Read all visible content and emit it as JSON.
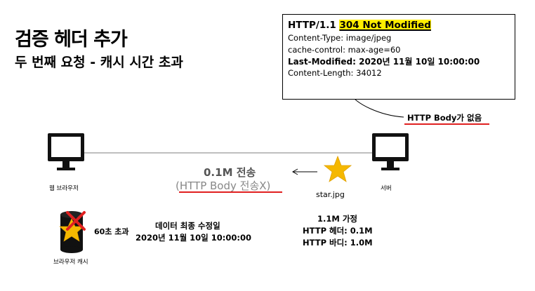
{
  "title": "검증 헤더 추가",
  "subtitle": "두 번째 요청 - 캐시 시간 초과",
  "response": {
    "status_prefix": "HTTP/1.1",
    "status_highlight": "304 Not Modified",
    "headers": [
      "Content-Type: image/jpeg",
      "cache-control: max-age=60",
      "Last-Modified: 2020년 11월 10일 10:00:00",
      "Content-Length: 34012"
    ],
    "highlight_color": "#ffee00"
  },
  "note_body_none": "HTTP Body가 없음",
  "transfer": {
    "size": "0.1M 전송",
    "detail": "(HTTP Body 전송X)"
  },
  "nodes": {
    "browser_label": "웹 브라우저",
    "server_label": "서버",
    "cache_label": "브라우저 캐시",
    "star_label": "star.jpg"
  },
  "cache_note": "60초 초과",
  "last_modified": {
    "title": "데이터 최종 수정일",
    "date": "2020년 11월 10일 10:00:00"
  },
  "size_info": [
    "1.1M 가정",
    "HTTP 헤더: 0.1M",
    "HTTP 바디: 1.0M"
  ],
  "colors": {
    "underline_red": "#e02020",
    "star": "#f5b800",
    "cross": "#e02020"
  }
}
